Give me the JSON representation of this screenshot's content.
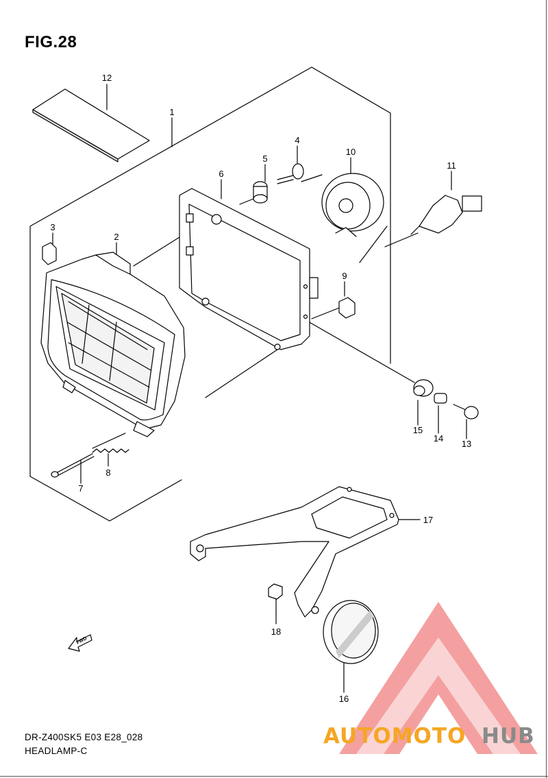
{
  "figure_title": "FIG.28",
  "model_code": "DR-Z400SK5 E03 E28_028",
  "section_name": "HEADLAMP-C",
  "fwd_label": "FWD",
  "watermark": {
    "text_part1": "AUTOMOTO",
    "text_part2": "HUB",
    "color_part1": "#f5a623",
    "color_part2": "#8a8a8a",
    "logo_color": "#f08080"
  },
  "callouts": [
    "12",
    "1",
    "4",
    "5",
    "10",
    "11",
    "6",
    "3",
    "2",
    "9",
    "15",
    "14",
    "13",
    "8",
    "7",
    "17",
    "18",
    "16"
  ],
  "line_color": "#000000"
}
